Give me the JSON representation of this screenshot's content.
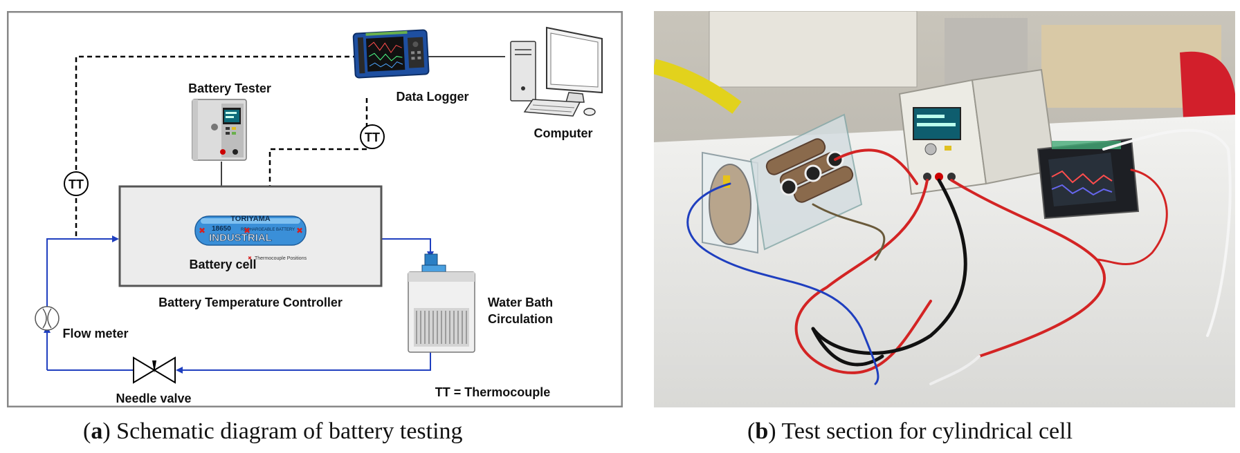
{
  "panel_a": {
    "labels": {
      "battery_tester": "Battery Tester",
      "data_logger": "Data Logger",
      "computer": "Computer",
      "battery_cell": "Battery cell",
      "controller": "Battery Temperature Controller",
      "water_bath_1": "Water Bath",
      "water_bath_2": "Circulation",
      "flow_meter": "Flow meter",
      "needle_valve": "Needle valve",
      "legend": "TT = Thermocouple",
      "tt": "TT"
    },
    "battery_text": {
      "brand": "TORIYAMA",
      "model": "18650",
      "type": "RECHARGEABLE BATTERY",
      "word": "INDUSTRIAL",
      "tc_note": "Thermocouple Positions"
    },
    "colors": {
      "line_blue": "#1f3fbf",
      "dashed": "#000000",
      "frame": "#555555",
      "battery": "#3a8fd8",
      "marker": "#d62020"
    }
  },
  "captions": {
    "a_letter": "a",
    "a_text": "Schematic diagram of battery testing",
    "b_letter": "b",
    "b_text": "Test section for cylindrical cell"
  }
}
